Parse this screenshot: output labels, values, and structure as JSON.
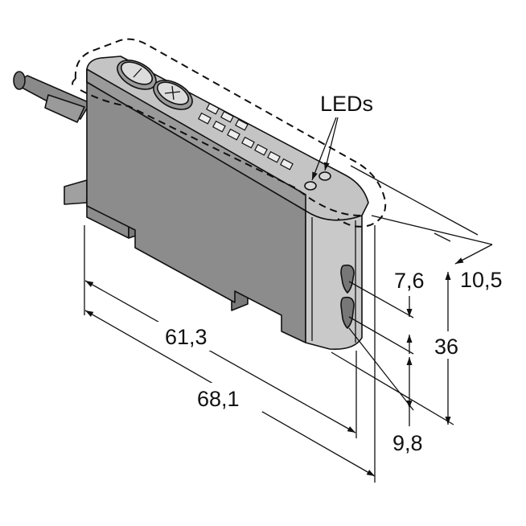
{
  "labels": {
    "leds": "LEDs",
    "length_inner": "61,3",
    "length_outer": "68,1",
    "width": "10,5",
    "height": "36",
    "pitch_top": "7,6",
    "pitch_bottom": "9,8"
  },
  "colors": {
    "body_side": "#8c8c8c",
    "body_top": "#c4c4c4",
    "front_face": "#c9c9c9",
    "lines": "#111111"
  }
}
